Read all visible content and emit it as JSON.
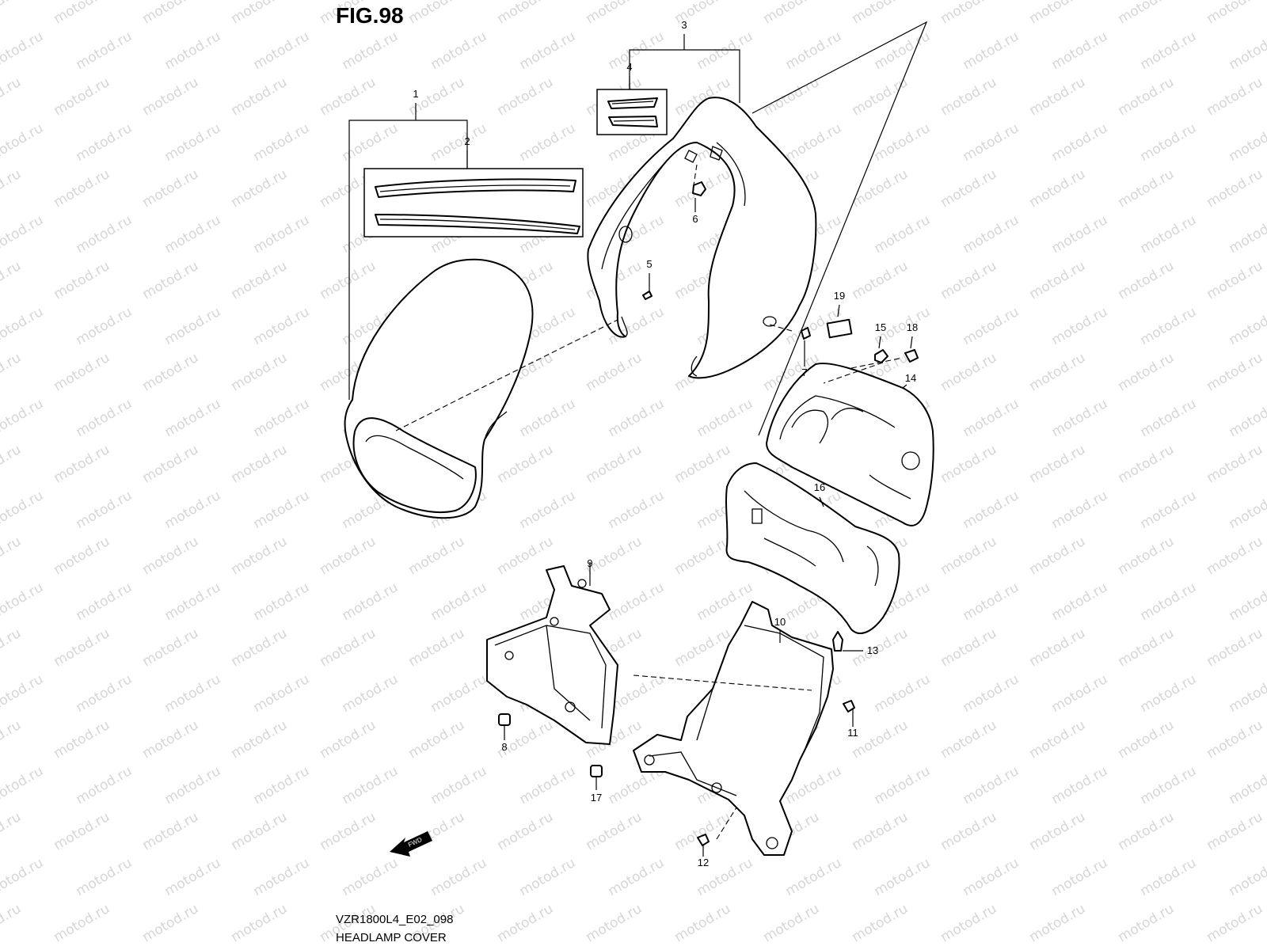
{
  "figure": {
    "title": "FIG.98",
    "model_code": "VZR1800L4_E02_098",
    "name": "HEADLAMP COVER",
    "watermark": "motod.ru",
    "fwd_label": "FWD"
  },
  "callouts": [
    {
      "id": "1",
      "label": "1"
    },
    {
      "id": "2",
      "label": "2"
    },
    {
      "id": "3",
      "label": "3"
    },
    {
      "id": "4",
      "label": "4"
    },
    {
      "id": "5",
      "label": "5"
    },
    {
      "id": "6",
      "label": "6"
    },
    {
      "id": "7",
      "label": "7"
    },
    {
      "id": "8",
      "label": "8"
    },
    {
      "id": "9",
      "label": "9"
    },
    {
      "id": "10",
      "label": "10"
    },
    {
      "id": "11",
      "label": "11"
    },
    {
      "id": "12",
      "label": "12"
    },
    {
      "id": "13",
      "label": "13"
    },
    {
      "id": "14",
      "label": "14"
    },
    {
      "id": "15",
      "label": "15"
    },
    {
      "id": "16",
      "label": "16"
    },
    {
      "id": "17",
      "label": "17"
    },
    {
      "id": "18",
      "label": "18"
    },
    {
      "id": "19",
      "label": "19"
    }
  ],
  "colors": {
    "line": "#000000",
    "background": "#ffffff",
    "watermark": "#d6d6d6"
  }
}
